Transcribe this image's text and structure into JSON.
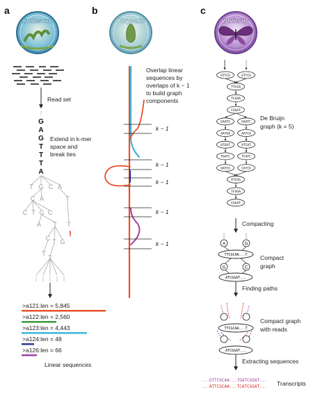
{
  "panels": {
    "a": {
      "letter": "a",
      "badge": "Inchworm"
    },
    "b": {
      "letter": "b",
      "badge": "Chrysalis"
    },
    "c": {
      "letter": "c",
      "badge": "Butterfly"
    }
  },
  "panel_a": {
    "read_set": "Read set",
    "sequence_letters": [
      "G",
      "A",
      "G",
      "T",
      "T",
      "T",
      "A"
    ],
    "extend_label": [
      "Extend in k-mer",
      "space and",
      "break ties"
    ],
    "tree_letters": [
      "T",
      "G",
      "C",
      "A",
      "C",
      "A",
      "T",
      "C",
      "T",
      "G",
      "C",
      "A",
      "T",
      "T",
      "C",
      "T",
      "G",
      "!",
      "T",
      "T"
    ],
    "contigs": [
      {
        "label": ">a121:len = 5,845",
        "color": "#e8502a"
      },
      {
        "label": ">a122:len = 2,560",
        "color": "#3a9a3a"
      },
      {
        "label": ">a123:len = 4,443",
        "color": "#39b7d6"
      },
      {
        "label": ">a124:len = 48",
        "color": "#2b3a8c"
      },
      {
        "label": ">a126:len = 66",
        "color": "#a040a0"
      }
    ],
    "linear_sequences": "Linear sequences"
  },
  "panel_b": {
    "description": [
      "Overlap linear",
      "sequences by",
      "overlaps of k − 1",
      "to build graph",
      "components"
    ],
    "overlap_labels": [
      "k − 1",
      "k − 1",
      "k − 1",
      "k − 1",
      "k − 1"
    ]
  },
  "panel_c": {
    "debruijn_label": [
      "De Bruijn",
      "graph (k = 5)"
    ],
    "kmer_nodes": [
      [
        "ATTCG",
        "GTTCG"
      ],
      [
        "TTCGA"
      ],
      [
        "TCGAA"
      ],
      [
        "CGAAT"
      ],
      [
        "GAATG",
        "GAATC"
      ],
      [
        "AATGA",
        "AATCA"
      ],
      [
        "ATGAT",
        "ATCAT"
      ],
      [
        "TGATC",
        "TCATC"
      ],
      [
        "GATCG",
        "CATCG"
      ],
      [
        "ATCGG"
      ],
      [
        "TCGGA"
      ],
      [
        "CGGAT"
      ]
    ],
    "compacting": "Compacting",
    "compact_graph_label": [
      "Compact",
      "graph"
    ],
    "compact_nodes": {
      "small_top_left": "A",
      "small_top_right": "G",
      "top": "TTCGCAA...T",
      "small_bottom_left": "G",
      "small_bottom_right": "C",
      "bottom": "ATCGGAT..."
    },
    "finding_paths": "Finding paths",
    "compact_reads_label": [
      "Compact graph",
      "with reads"
    ],
    "extracting": "Extracting sequences",
    "transcript_lines": [
      "...GTTCGCAA...TGATCGGAT...",
      "...ATTCGCAA...TCATCGGAT..."
    ],
    "transcripts": "Transcripts"
  }
}
